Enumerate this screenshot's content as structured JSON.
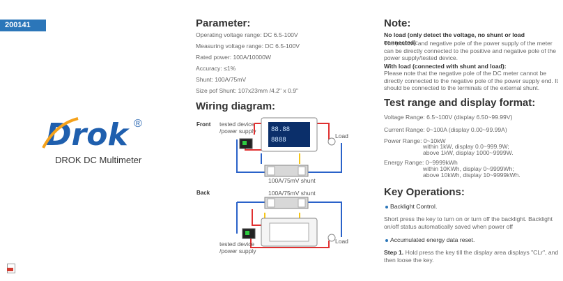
{
  "badge": "200141",
  "brand": {
    "logo_text": "Drok",
    "reg": "®",
    "product": "DROK DC Multimeter"
  },
  "parameter": {
    "title": "Parameter:",
    "items": [
      "Operating voltage range: DC 6.5-100V",
      "Measuring voltage range: DC 6.5-100V",
      "Rated power: 100A/10000W",
      "Accuracy: ≤1%",
      "Shunt: 100A/75mV",
      "Size pof Shunt: 107x23mm /4.2\" x 0.9\""
    ]
  },
  "wiring": {
    "title": "Wiring diagram:",
    "front_label": "Front",
    "back_label": "Back",
    "tested_device_1": "tested device",
    "tested_device_2": "/power supply",
    "load": "Load",
    "shunt": "100A/75mV shunt"
  },
  "note": {
    "title": "Note:",
    "no_load_heading": "No load (only detect the voltage, no shunt or load connected):",
    "no_load_text": "The positive and negative pole of the power supply of the meter can be directly connected to the positive and negative pole of the power supply/tested device.",
    "with_load_heading": "With load (connected with shunt and load):",
    "with_load_text": "Please note that the negative pole of the DC meter cannot be directly connected to the negative pole of the power supply end. It should be connected to the terminals of the external shunt."
  },
  "test_range": {
    "title": "Test range and display format:",
    "voltage": "Voltage Range: 6.5~100V (display 6.50~99.99V)",
    "current": "Current Range: 0~100A (display 0.00~99.99A)",
    "power": "Power Range: 0~10kW",
    "power_1": "within 1kW, display 0.0~999.9W;",
    "power_2": "above 1kW, display 1000~9999W.",
    "energy": "Energy Range: 0~9999kWh",
    "energy_1": "within 10KWh, display 0~9999Wh;",
    "energy_2": "above 10kWh, display 10~9999kWh."
  },
  "key_ops": {
    "title": "Key  Operations:",
    "backlight": "Backlight Control.",
    "backlight_desc": "Short press the key to turn on or turn off the backlight. Backlight on/off status automatically saved when power off",
    "reset": "Accumulated energy data reset.",
    "step_label": "Step 1.",
    "step_text": " Hold press the key till the display area displays \"CLr\", and then loose the key."
  },
  "colors": {
    "accent": "#2b76b9",
    "logo_blue": "#1f5fae",
    "logo_orange": "#f5a21b",
    "wire_red": "#e03030",
    "wire_blue": "#2a62c9"
  }
}
